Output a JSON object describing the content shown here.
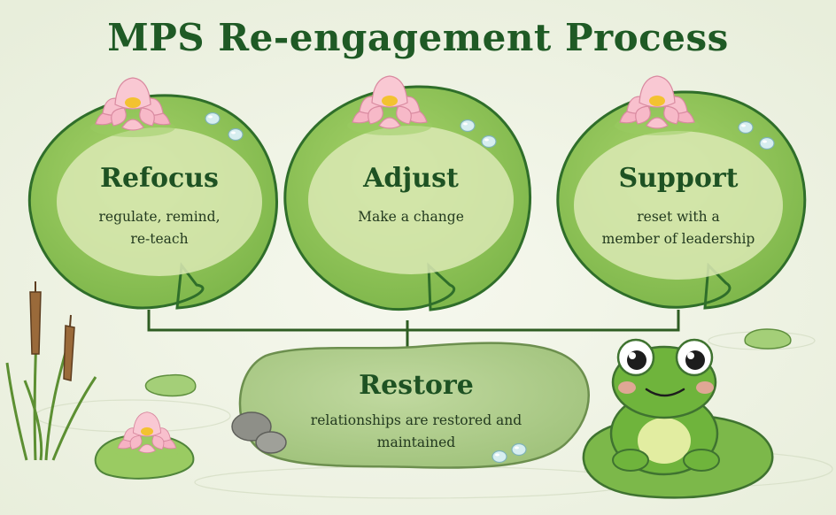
{
  "title": "MPS Re-engagement Process",
  "steps": [
    {
      "heading": "Refocus",
      "desc_lines": [
        "regulate, remind,",
        "re-teach"
      ]
    },
    {
      "heading": "Adjust",
      "desc_lines": [
        "Make a change"
      ]
    },
    {
      "heading": "Support",
      "desc_lines": [
        "reset with a",
        "member of leadership"
      ]
    }
  ],
  "outcome": {
    "heading": "Restore",
    "desc_lines": [
      "relationships are restored and",
      "maintained"
    ]
  },
  "colors": {
    "title": "#1f5a25",
    "pad_outer": "#8fc45a",
    "pad_inner": "#dbe9b4",
    "pad_stroke": "#2f6e2a",
    "connector": "#2e5d22",
    "frog": "#6fb43c",
    "lotus": "#f7b7c6"
  },
  "icons": [
    "lotus-flower-icon",
    "water-droplet-icon",
    "frog-icon",
    "cattail-icon",
    "rock-icon"
  ]
}
